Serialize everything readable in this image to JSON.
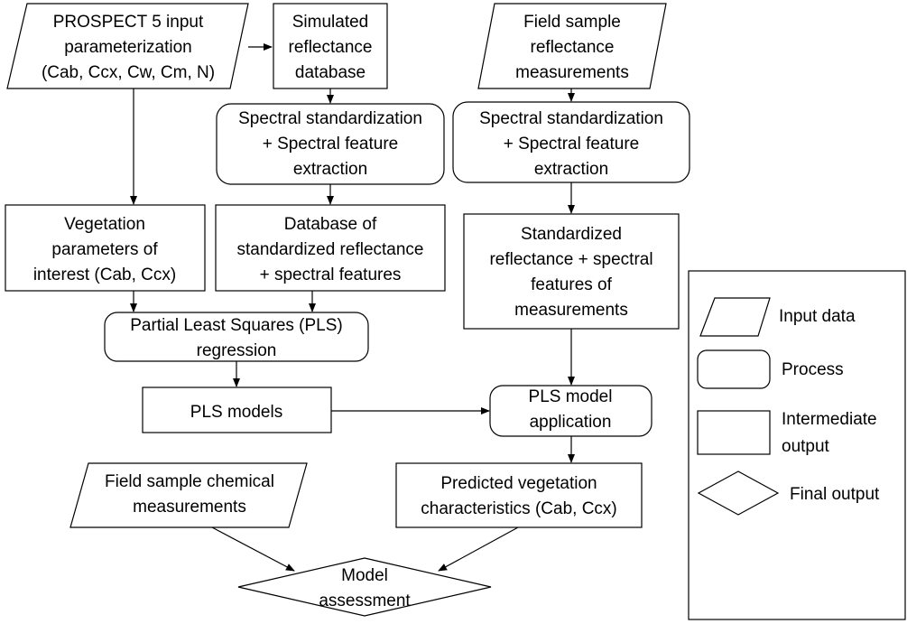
{
  "nodes": {
    "prospect": {
      "lines": [
        "PROSPECT 5 input",
        "parameterization",
        "(Cab, Ccx, Cw, Cm, N)"
      ]
    },
    "simdb": {
      "lines": [
        "Simulated",
        "reflectance",
        "database"
      ]
    },
    "fieldrefl": {
      "lines": [
        "Field sample",
        "reflectance",
        "measurements"
      ]
    },
    "spec1": {
      "lines": [
        "Spectral standardization",
        "+ Spectral feature",
        "extraction"
      ]
    },
    "spec2": {
      "lines": [
        "Spectral standardization",
        "+ Spectral feature",
        "extraction"
      ]
    },
    "vegparams": {
      "lines": [
        "Vegetation",
        "parameters of",
        "interest (Cab, Ccx)"
      ]
    },
    "dbstd": {
      "lines": [
        "Database of",
        "standardized reflectance",
        "+ spectral features"
      ]
    },
    "stdrefl": {
      "lines": [
        "Standardized",
        "reflectance + spectral",
        "features of",
        "measurements"
      ]
    },
    "pls": {
      "lines": [
        "Partial Least Squares (PLS)",
        "regression"
      ]
    },
    "plsmodels": {
      "lines": [
        "PLS models"
      ]
    },
    "plsapp": {
      "lines": [
        "PLS model",
        "application"
      ]
    },
    "fieldchem": {
      "lines": [
        "Field sample chemical",
        "measurements"
      ]
    },
    "predicted": {
      "lines": [
        "Predicted vegetation",
        "characteristics (Cab, Ccx)"
      ]
    },
    "assessment": {
      "lines": [
        "Model",
        "assessment"
      ]
    }
  },
  "legend": {
    "input": "Input data",
    "process": "Process",
    "intermediate_line1": "Intermediate",
    "intermediate_line2": "output",
    "final": "Final output"
  }
}
